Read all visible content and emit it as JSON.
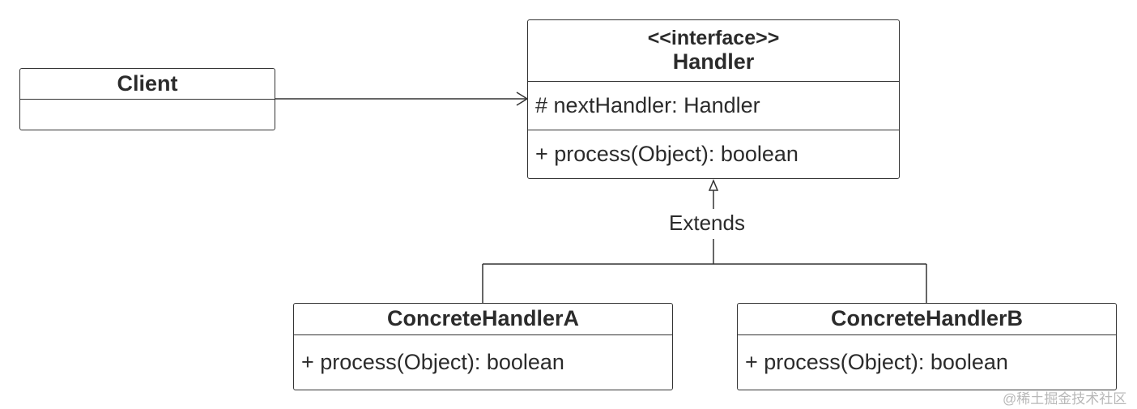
{
  "client": {
    "name": "Client"
  },
  "handler": {
    "stereotype": "<<interface>>",
    "name": "Handler",
    "attribute": "# nextHandler: Handler",
    "operation": "+ process(Object): boolean"
  },
  "concrete_a": {
    "name": "ConcreteHandlerA",
    "operation": "+ process(Object): boolean"
  },
  "concrete_b": {
    "name": "ConcreteHandlerB",
    "operation": "+ process(Object): boolean"
  },
  "relation": {
    "label": "Extends"
  },
  "watermark": "@稀土掘金技术社区"
}
